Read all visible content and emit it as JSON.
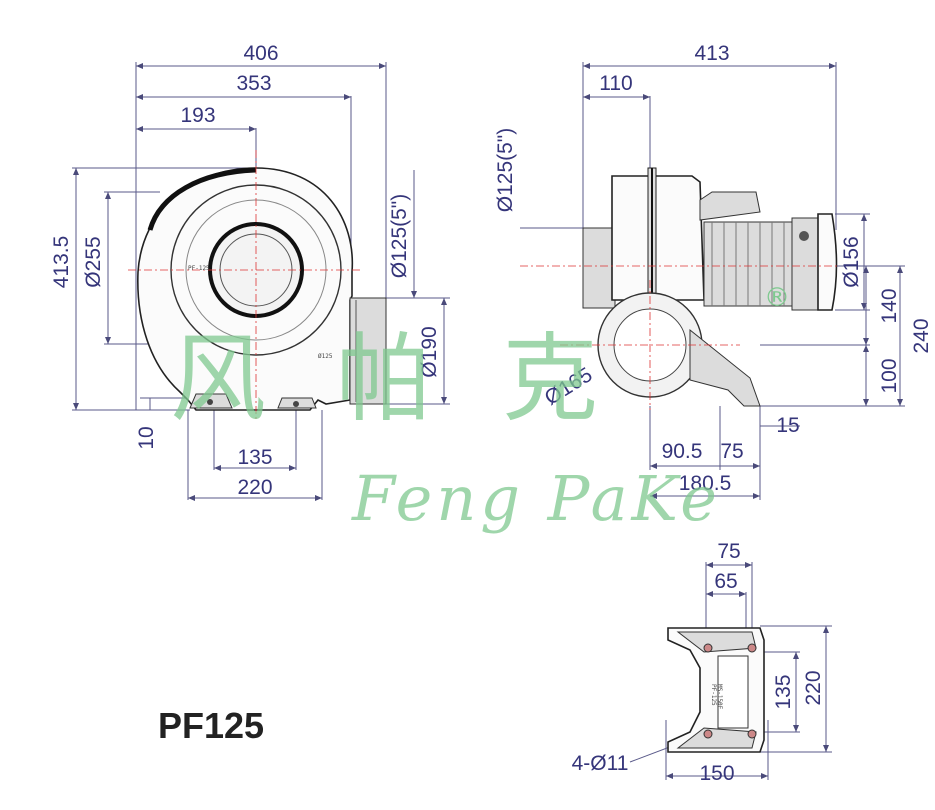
{
  "model_label": "PF125",
  "watermark": {
    "chinese": "风帕克",
    "latin": "Feng PaKe",
    "registered": "®"
  },
  "front_view": {
    "dim_406": "406",
    "dim_353": "353",
    "dim_193": "193",
    "dim_4135": "413.5",
    "dim_d255": "Ø255",
    "dim_d125_5": "Ø125(5\")",
    "dim_d190": "Ø190",
    "dim_10": "10",
    "dim_135": "135",
    "dim_220": "220",
    "plate_pf125": "PF-125",
    "plate_d125": "Ø125"
  },
  "side_view": {
    "dim_413": "413",
    "dim_110": "110",
    "dim_d125_5": "Ø125(5\")",
    "dim_d156": "Ø156",
    "dim_d165": "Ø165",
    "dim_140": "140",
    "dim_240": "240",
    "dim_100": "100",
    "dim_15": "15",
    "dim_905": "90.5",
    "dim_75": "75",
    "dim_1805": "180.5"
  },
  "base_view": {
    "dim_75": "75",
    "dim_65": "65",
    "dim_135": "135",
    "dim_220": "220",
    "dim_150": "150",
    "dim_holes": "4-Ø11",
    "plate_line1": "PF-125",
    "plate_line2": "MS-150E"
  }
}
